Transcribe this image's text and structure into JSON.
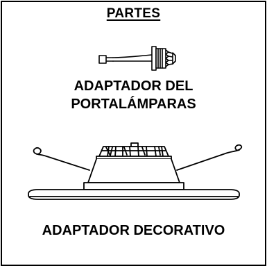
{
  "parts": {
    "title": "PARTES",
    "items": [
      {
        "line1": "ADAPTADOR DEL",
        "line2": "PORTALÁMPARAS",
        "icon": "socket-adapter-icon"
      },
      {
        "label": "ADAPTADOR DECORATIVO",
        "icon": "trim-adapter-icon"
      }
    ]
  }
}
